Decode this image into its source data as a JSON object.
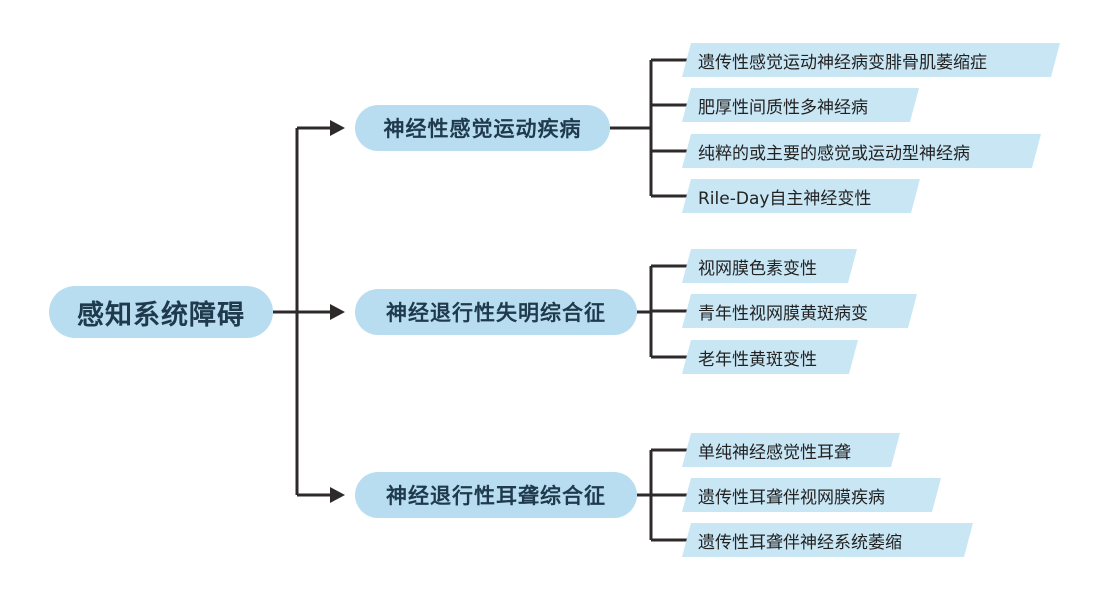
{
  "root": {
    "label": "感知系统障碍"
  },
  "categories": [
    {
      "label": "神经性感觉运动疾病",
      "items": [
        "遗传性感觉运动神经病变腓骨肌萎缩症",
        "肥厚性间质性多神经病",
        "纯粹的或主要的感觉或运动型神经病",
        "Rile-Day自主神经变性"
      ]
    },
    {
      "label": "神经退行性失明综合征",
      "items": [
        "视网膜色素变性",
        "青年性视网膜黄斑病变",
        "老年性黄斑变性"
      ]
    },
    {
      "label": "神经退行性耳聋综合征",
      "items": [
        "单纯神经感觉性耳聋",
        "遗传性耳聋伴视网膜疾病",
        "遗传性耳聋伴神经系统萎缩"
      ]
    }
  ],
  "colors": {
    "node_fill": "#b9ddf0",
    "leaf_fill": "#c9e6f5",
    "connector": "#2e2a2a"
  }
}
